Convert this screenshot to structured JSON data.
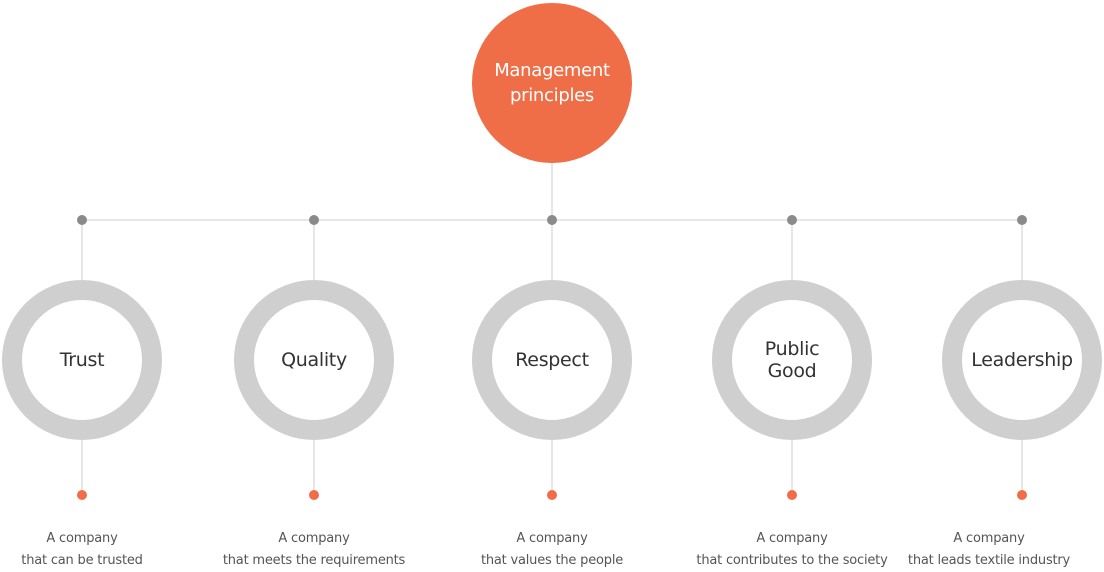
{
  "root": {
    "label_lines": [
      "Management",
      "principles"
    ]
  },
  "principles": [
    {
      "name_lines": [
        "Trust"
      ],
      "desc_lines": [
        "A company",
        "that can be trusted"
      ]
    },
    {
      "name_lines": [
        "Quality"
      ],
      "desc_lines": [
        "A company",
        "that meets the requirements"
      ]
    },
    {
      "name_lines": [
        "Respect"
      ],
      "desc_lines": [
        "A company",
        "that values the people"
      ]
    },
    {
      "name_lines": [
        "Public",
        "Good"
      ],
      "desc_lines": [
        "A company",
        "that contributes to the society"
      ]
    },
    {
      "name_lines": [
        "Leadership"
      ],
      "desc_lines": [
        "A company",
        "that leads textile industry"
      ]
    }
  ],
  "colors": {
    "accent": "#ef6d47",
    "ring": "#cfcfcf",
    "connector": "#cccccc",
    "node_dot": "#8a8a8a",
    "text_dark": "#333333",
    "text_desc": "#555555"
  }
}
